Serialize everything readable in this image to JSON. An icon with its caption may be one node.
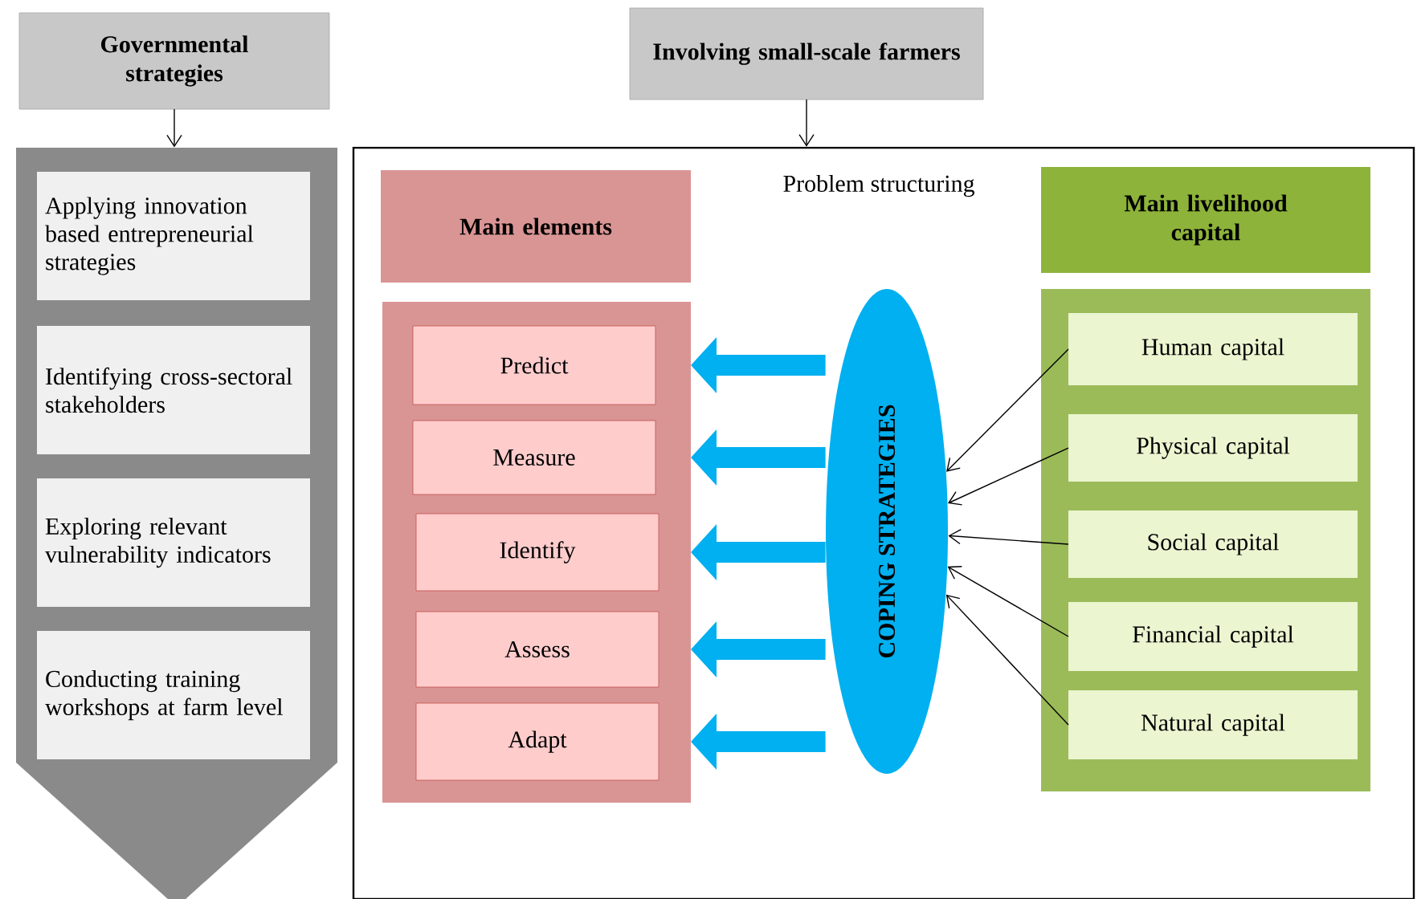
{
  "diagram": {
    "nodes": [
      {
        "text": [
          "Governmental strategies"
        ]
      },
      {
        "text": [],
        "shape": "pentagon"
      },
      {
        "text": [
          "Applying innovation based entrepreneurial strategies"
        ],
        "in": 1
      },
      {
        "text": [
          "Identifying cross-sectoral stakeholders"
        ],
        "in": 1
      },
      {
        "text": [
          "Exploring relevant vulnerability indicators"
        ],
        "in": 1
      },
      {
        "text": [
          "Conducting training workshops at farm level"
        ],
        "in": 1
      },
      {
        "text": [
          "Involving small-scale farmers"
        ]
      },
      {
        "text": [
          "Problem structuring"
        ]
      },
      {
        "text": [
          "Main elements"
        ],
        "in": 7
      },
      {
        "text": [],
        "shape": "box",
        "in": 7
      },
      {
        "text": [
          "Predict"
        ],
        "in": 9
      },
      {
        "text": [
          "Measure"
        ],
        "in": 9
      },
      {
        "text": [
          "Identify"
        ],
        "in": 9
      },
      {
        "text": [
          "Assess"
        ],
        "in": 9
      },
      {
        "text": [
          "Adapt"
        ],
        "in": 9
      },
      {
        "text": [
          "COPING STRATEGIES"
        ],
        "in": 7
      },
      {
        "text": [
          "Main livelihood capital"
        ],
        "in": 7
      },
      {
        "text": [],
        "shape": "box",
        "in": 7
      },
      {
        "text": [
          "Human capital"
        ],
        "in": 17
      },
      {
        "text": [
          "Physical capital"
        ],
        "in": 17
      },
      {
        "text": [
          "Social capital"
        ],
        "in": 17
      },
      {
        "text": [
          "Financial capital"
        ],
        "in": 17
      },
      {
        "text": [
          "Natural capital"
        ],
        "in": 17
      }
    ],
    "edges": [
      {
        "from": 0,
        "to": 1,
        "arrow": "to"
      },
      {
        "from": 6,
        "to": 7,
        "arrow": "to"
      },
      {
        "from": 18,
        "to": 15,
        "arrow": "to"
      },
      {
        "from": 19,
        "to": 15,
        "arrow": "to"
      },
      {
        "from": 20,
        "to": 15,
        "arrow": "to"
      },
      {
        "from": 21,
        "to": 15,
        "arrow": "to"
      },
      {
        "from": 22,
        "to": 15,
        "arrow": "to"
      },
      {
        "from": 15,
        "to": 10,
        "arrow": "to",
        "style": "thick",
        "color": "#00b0f0"
      },
      {
        "from": 15,
        "to": 11,
        "arrow": "to",
        "style": "thick",
        "color": "#00b0f0"
      },
      {
        "from": 15,
        "to": 12,
        "arrow": "to",
        "style": "thick",
        "color": "#00b0f0"
      },
      {
        "from": 15,
        "to": 13,
        "arrow": "to",
        "style": "thick",
        "color": "#00b0f0"
      },
      {
        "from": 15,
        "to": 14,
        "arrow": "to",
        "style": "thick",
        "color": "#00b0f0"
      }
    ]
  }
}
